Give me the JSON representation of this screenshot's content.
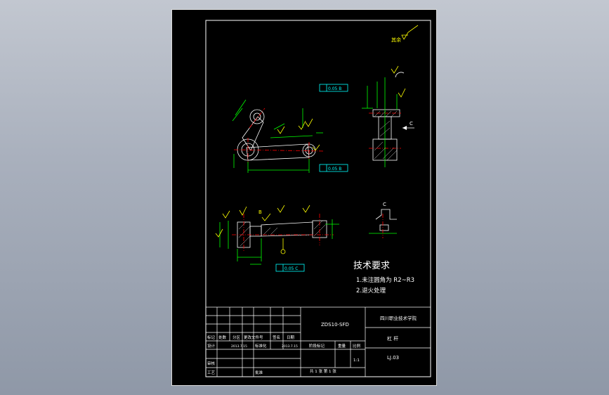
{
  "title_block": {
    "drawing_number": "ZDS10-SFD",
    "school": "四川职业技术学院",
    "part_name": "杠 杆",
    "part_code": "LJ.03",
    "scale": "1:1",
    "sheet_count": "共 1 张 第 1 张",
    "row1": [
      "标记",
      "处数",
      "分区",
      "更改文件号",
      "签名",
      "日期"
    ],
    "row2": [
      "设计",
      "",
      "2013.7.15",
      "标准化",
      "",
      "2013.7.15"
    ],
    "row3": [
      "审核"
    ],
    "row4": [
      "工艺",
      "",
      "批准"
    ],
    "stage": "阶段标记",
    "weight": "重量",
    "scale_label": "比例"
  },
  "notes": {
    "heading": "技术要求",
    "item1": "1.未注圆角为 R2~R3",
    "item2": "2.退火处理"
  },
  "annotations": {
    "roughness_other": "其余",
    "tol1": "0.05 B",
    "tol2": "0.05 B",
    "tol3": "0.05 C",
    "view_c": "C",
    "view_c2": "C",
    "section_b": "B"
  },
  "colors": {
    "line": "#ffffff",
    "dimension": "#00ff00",
    "center": "#ff0000",
    "annot": "#ffff00",
    "tolerance": "#00ffff"
  }
}
